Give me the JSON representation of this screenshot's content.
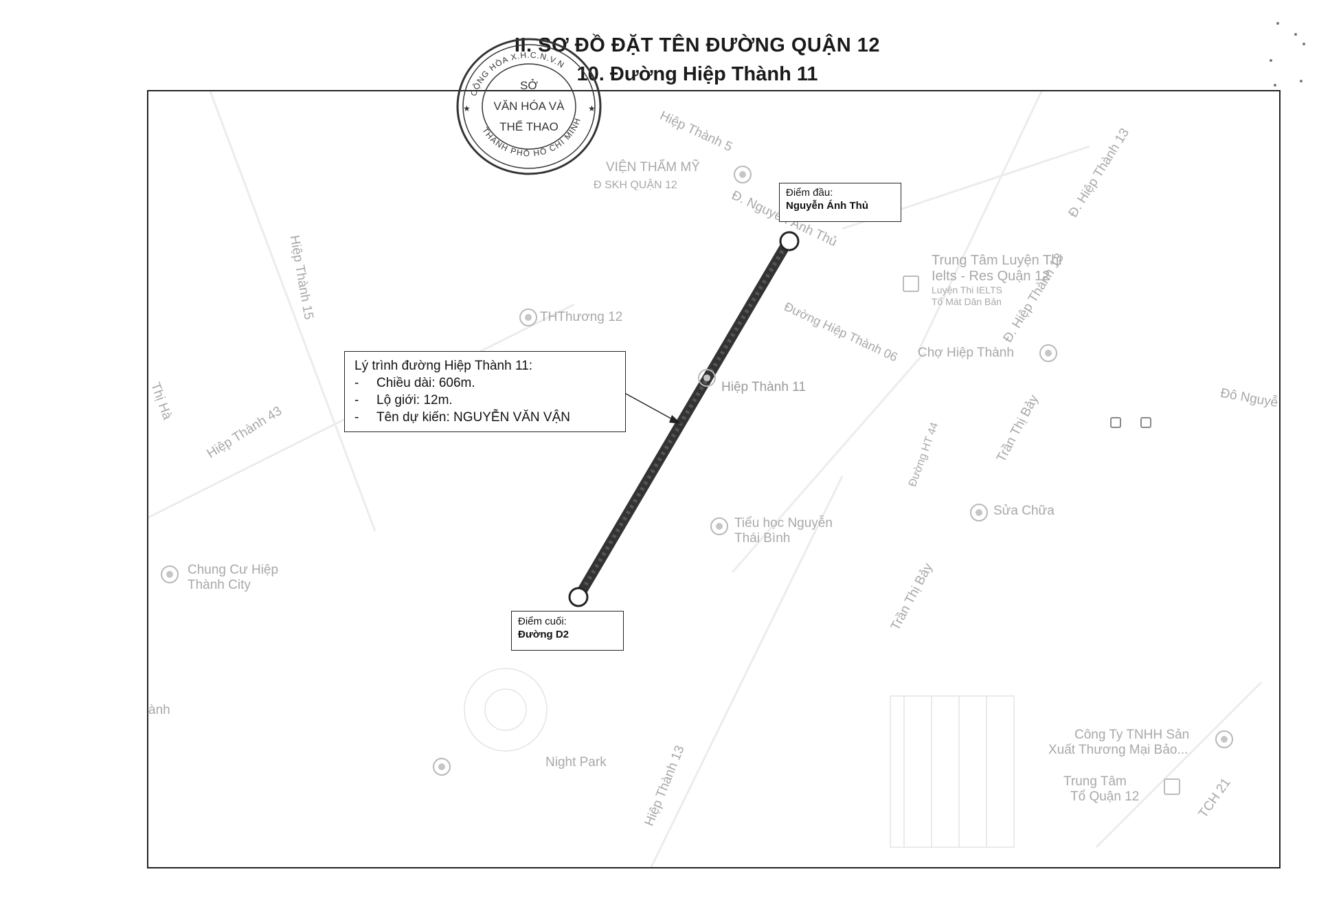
{
  "header": {
    "line1": "II. SƠ ĐỒ ĐẶT TÊN ĐƯỜNG QUẬN 12",
    "line2": "10. Đường Hiệp Thành 11"
  },
  "stamp": {
    "top_arc": "CỘNG HÒA X.H.C.N.V.N",
    "center_top": "SỞ",
    "center_mid": "VĂN HÓA VÀ",
    "center_bottom": "THỂ THAO",
    "bottom_arc": "THÀNH PHỐ HỒ CHÍ MINH"
  },
  "route_info": {
    "heading": "Lý trình đường Hiệp Thành 11:",
    "items": [
      {
        "dash": "-",
        "text": "Chiều dài: 606m."
      },
      {
        "dash": "-",
        "text": "Lộ giới: 12m."
      },
      {
        "dash": "-",
        "text": "Tên dự kiến: NGUYỄN VĂN VẬN"
      }
    ]
  },
  "start_point": {
    "label": "Điểm đầu:",
    "value": "Nguyễn Ánh Thủ"
  },
  "end_point": {
    "label": "Điểm cuối:",
    "value": "Đường D2"
  },
  "map_labels": {
    "vien_tham_my": "VIỆN THẨM MỸ",
    "quan12_small": "Đ SKH QUẬN 12",
    "nguyen_anh_thu": "Đ. Nguyễn Ánh Thủ",
    "trung_tam": "Trung Tâm Luyện Thi",
    "ielts": "Ielts - Res Quận 12",
    "luyen_thi": "Luyện Thi IELTS",
    "to_mat": "Tổ Mát Dân Bản",
    "duong_hiep_thanh_06": "Đường Hiệp Thành 06",
    "cho_hiep_thanh": "Chợ Hiệp Thành",
    "hiep_thanh_11": "Hiệp Thành 11",
    "hiep_thanh_15": "Hiệp Thành 15",
    "hiep_thanh_43": "Hiệp Thành 43",
    "hiep_thanh_13_top": "Đ. Hiệp Thành 13",
    "hiep_thanh_13_right": "Đ. Hiệp Thành 13",
    "hiep_thanh_13_bottom": "Hiệp Thành 13",
    "tran_thi_bay": "Trần Thị Bảy",
    "tran_thi_bay_2": "Trần Thị Bảy",
    "tieu_hoc": "Tiểu học Nguyễn",
    "thai_binh": "Thái Bình",
    "chung_cu": "Chung Cư Hiệp",
    "thanh_city": "Thành City",
    "night_park": "Night Park",
    "cong_ty": "Công Ty TNHH Sản",
    "xuat_thuong": "Xuất Thương Mại Bảo...",
    "trung_tam_2": "Trung Tâm",
    "tong_quan_12": "Tổ Quận 12",
    "tch21": "TCH 21",
    "do_nguyen": "Đô Nguyễ",
    "thuong_12": "THThương 12",
    "suachua": "Sửa Chữa",
    "duong_hiep_thanh_5": "Hiệp Thành 5",
    "thi_ha": "Thị Hà",
    "duong_ht44": "Đường HT 44",
    "thanh_left": "ành"
  }
}
